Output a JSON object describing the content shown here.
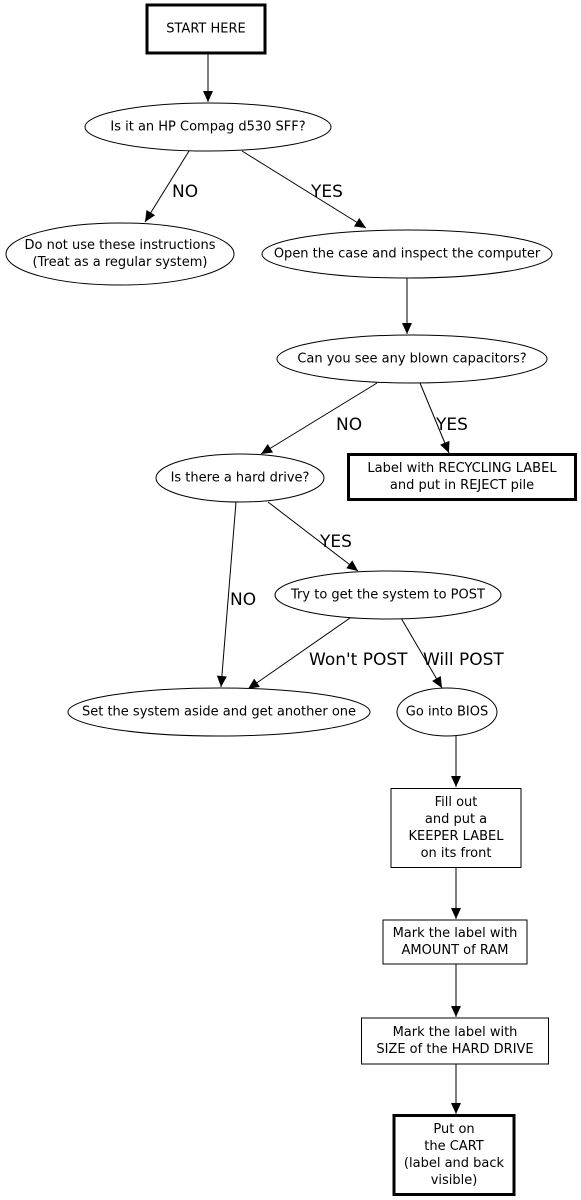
{
  "nodes": {
    "start": [
      "START HERE"
    ],
    "q_hp": [
      "Is it an HP Compag d530 SFF?"
    ],
    "no_instructions": [
      "Do not use these instructions",
      "(Treat as a regular system)"
    ],
    "open_case": [
      "Open the case and inspect the computer"
    ],
    "q_capacitors": [
      "Can you see any blown capacitors?"
    ],
    "recycle": [
      "Label with RECYCLING LABEL",
      "and put in REJECT pile"
    ],
    "q_hdd": [
      "Is there a hard drive?"
    ],
    "try_post": [
      "Try to get the system to POST"
    ],
    "set_aside": [
      "Set the system aside and get another one"
    ],
    "bios": [
      "Go into BIOS"
    ],
    "fill_out": [
      "Fill out",
      "and put a",
      "KEEPER LABEL",
      "on its front"
    ],
    "mark_ram": [
      "Mark the label with",
      "AMOUNT of RAM"
    ],
    "mark_hdd": [
      "Mark the label with",
      "SIZE of the HARD DRIVE"
    ],
    "cart": [
      "Put on",
      "the CART",
      "(label and back",
      "visible)"
    ]
  },
  "edge_labels": {
    "hp_no": "NO",
    "hp_yes": "YES",
    "cap_no": "NO",
    "cap_yes": "YES",
    "hdd_yes": "YES",
    "hdd_no": "NO",
    "post_wont": "Won't POST",
    "post_will": "Will POST"
  }
}
